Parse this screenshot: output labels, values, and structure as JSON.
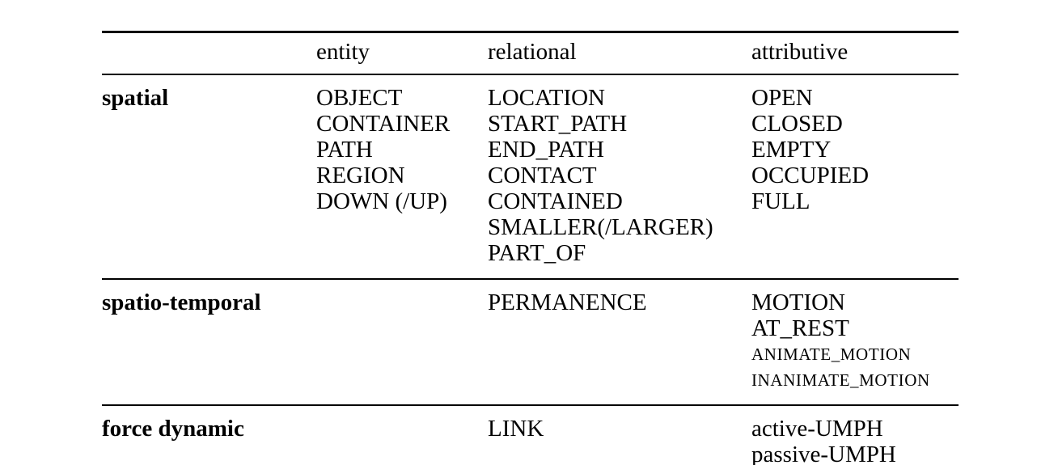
{
  "table": {
    "columns": [
      "",
      "entity",
      "relational",
      "attributive"
    ],
    "header": {
      "category_label": "",
      "entity": "entity",
      "relational": "relational",
      "attributive": "attributive"
    },
    "rows": [
      {
        "category": "spatial",
        "entity": [
          "OBJECT",
          "CONTAINER",
          "PATH",
          "REGION",
          "DOWN (/UP)"
        ],
        "relational": [
          "LOCATION",
          "START_PATH",
          "END_PATH",
          "CONTACT",
          "CONTAINED",
          "SMALLER(/LARGER)",
          "PART_OF"
        ],
        "attributive": [
          "OPEN",
          "CLOSED",
          "EMPTY",
          "OCCUPIED",
          "FULL"
        ],
        "attributive_small": []
      },
      {
        "category": "spatio-temporal",
        "entity": [],
        "relational": [
          "PERMANENCE"
        ],
        "attributive": [
          "MOTION",
          "AT_REST"
        ],
        "attributive_small": [
          "ANIMATE_MOTION",
          "INANIMATE_MOTION"
        ]
      },
      {
        "category": "force dynamic",
        "entity": [],
        "relational": [
          "LINK"
        ],
        "attributive": [
          "active-UMPH",
          "passive-UMPH"
        ],
        "attributive_small": []
      }
    ]
  },
  "style": {
    "text_color": "#000000",
    "background": "#ffffff",
    "rule_color": "#000000"
  }
}
